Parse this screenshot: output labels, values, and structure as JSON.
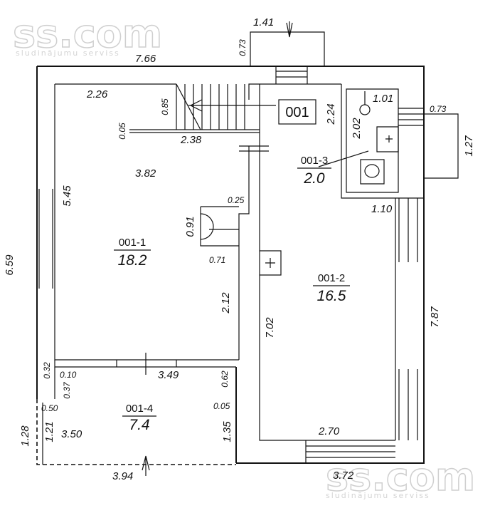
{
  "watermark": {
    "brand": "ss.com",
    "tagline": "sludinājumu serviss"
  },
  "apartment_label": "001",
  "rooms": [
    {
      "id": "001-1",
      "area": "18.2"
    },
    {
      "id": "001-2",
      "area": "16.5"
    },
    {
      "id": "001-3",
      "area": "2.0"
    },
    {
      "id": "001-4",
      "area": "7.4"
    }
  ],
  "dimensions": {
    "overall_width": "7.66",
    "overall_height": "6.59",
    "entrance_width": "1.41",
    "entrance_depth": "0.73",
    "bath_ledge_width": "0.73",
    "bath_ledge_height": "1.27",
    "room1_width": "3.82",
    "room1_height": "5.45",
    "stair_top": "2.26",
    "stair_height": "0.85",
    "stair_thickness": "0.05",
    "stair_width": "2.38",
    "stove_notch": "0.25",
    "stove_height": "0.91",
    "stove_width": "0.71",
    "room1_lower_height": "2.12",
    "bath_height": "2.24",
    "bath_inner_height": "2.02",
    "bath_fixture": "1.01",
    "bath_width": "1.10",
    "room2_height": "7.02",
    "room2_side": "7.87",
    "room2_width": "2.70",
    "room2_bottom": "3.72",
    "room4_width": "3.49",
    "room4_a": "0.32",
    "room4_b": "0.10",
    "room4_c": "0.37",
    "room4_d": "0.62",
    "room4_e": "0.05",
    "room4_f": "0.50",
    "room4_outer_height": "1.28",
    "room4_inner_height": "1.21",
    "room4_depth": "3.50",
    "room4_side_height": "1.35",
    "room4_bottom": "3.94"
  }
}
